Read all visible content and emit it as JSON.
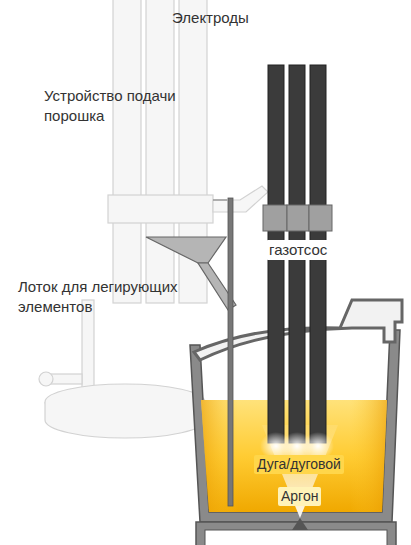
{
  "diagram": {
    "labels": [
      "Электроды",
      "Устройство подачи порошка",
      "газотсос",
      "Лоток для легирующих элементов",
      "Дуга/дуговой",
      "Аргон"
    ]
  }
}
